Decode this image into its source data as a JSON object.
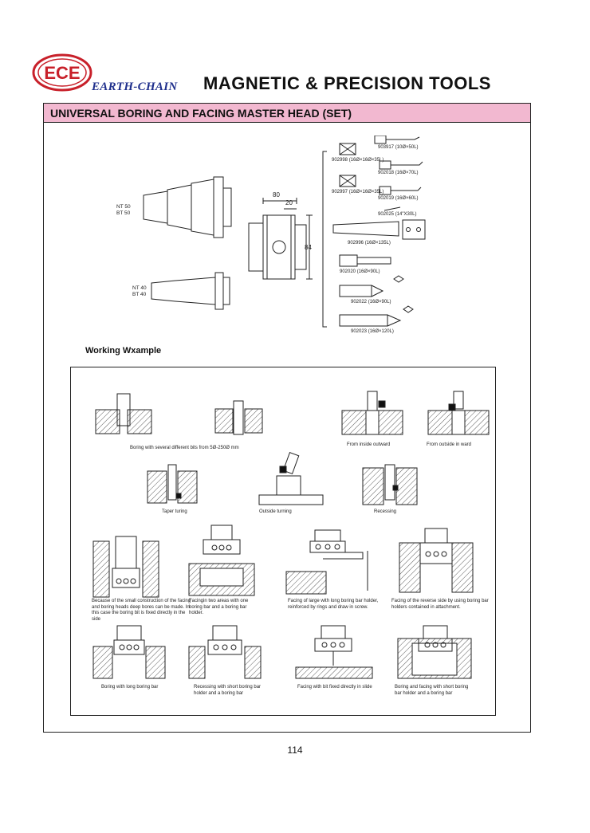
{
  "header": {
    "logo_letters": "ECE",
    "brand": "EARTH-CHAIN",
    "title": "MAGNETIC  &  PRECISION  TOOLS"
  },
  "section": {
    "title": "UNIVERSAL BORING AND FACING MASTER HEAD (SET)"
  },
  "drawing": {
    "shank_large": [
      "NT 50",
      "BT 50"
    ],
    "shank_small": [
      "NT 40",
      "BT 40"
    ],
    "dim_80": "80",
    "dim_20": "20",
    "dim_84": "84",
    "parts": [
      "902998  (16Ø×16Ø×35L)",
      "902997  (16Ø×16Ø×35L)",
      "903917  (10Ø×50L)",
      "902018  (16Ø×70L)",
      "902019  (16Ø×60L)",
      "902025  (14\"X30L)",
      "902996  (16Ø×135L)",
      "902020  (16Ø×90L)",
      "902022  (16Ø×90L)",
      "902023  (16Ø×120L)"
    ]
  },
  "working": {
    "title": "Working Wxample",
    "captions": {
      "boring_bits": "Boring with several different bits from 5Ø-250Ø mm",
      "inside_outward": "From inside outward",
      "outside_inward": "From outside in ward",
      "taper": "Taper turing",
      "outside_turning": "Outside      turning",
      "recessing": "Recessing",
      "deep_bores": "Because of the small construction of the facing and boring heads deep bores can be made. In this case the boring bit is fixed directly in the side",
      "two_areas": "Facingin two areas with one boring bar and a boring bar holder.",
      "facing_large": "Facing of large with long boring bar holder, reinforced by rings and draw in screw.",
      "reverse_side": "Facing of the reverse side by using boring bar holders contained in attachment.",
      "long_bar": "Boring with long boring bar",
      "short_recess": "Recessing with short boring bar holder and a boring bar",
      "bit_side": "Facing with bit fixed directly in slide",
      "short_boring": "Boring and facing with short boring bar holder and a boring bar"
    }
  },
  "page_number": "114",
  "colors": {
    "title_bar": "#f2b8d0",
    "logo_red": "#c8202a",
    "brand_blue": "#1f2f8c"
  }
}
